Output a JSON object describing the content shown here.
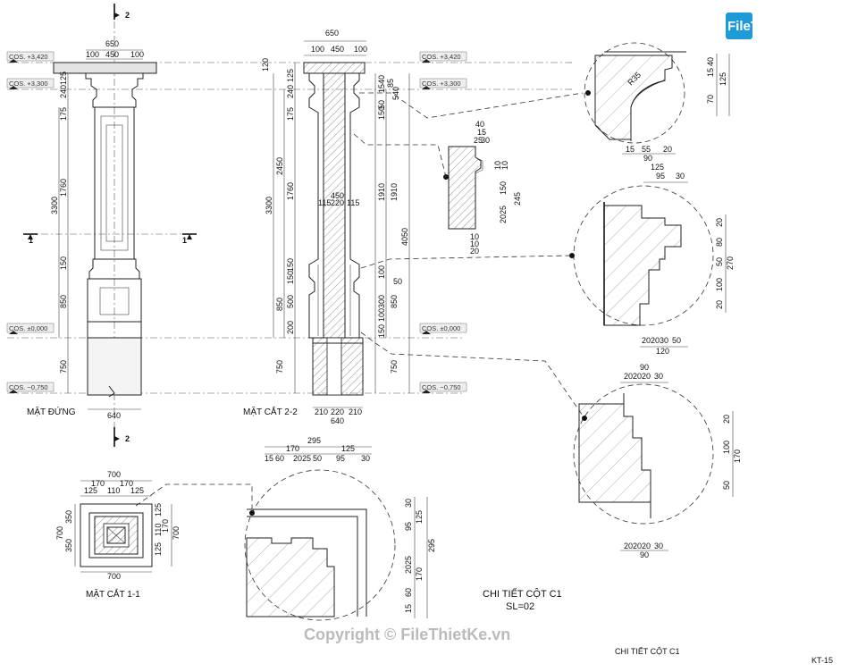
{
  "logo": {
    "brand": "FileThiết Kế.vn"
  },
  "watermark": "Copyright © FileThietKe.vn",
  "sheet_number": "KT-15",
  "footer_label": "CHI TIẾT CỘT C1",
  "main_title": {
    "line1": "CHI TIẾT CỘT C1",
    "line2": "SL=02"
  },
  "views": {
    "elevation": "MẶT ĐỨNG",
    "section22": "MẶT CẮT 2-2",
    "section11": "MẶT CẮT 1-1"
  },
  "cut_markers": {
    "two": "2",
    "one": "1"
  },
  "levels": {
    "l3420": "COS. +3,420",
    "l3300": "COS. +3,300",
    "l0": "COS. ±0,000",
    "lm750": "COS. −0,750"
  },
  "dims": {
    "e_top_650": "650",
    "e_100a": "100",
    "e_450": "450",
    "e_100b": "100",
    "e_125": "125",
    "e_240": "240",
    "e_175": "175",
    "e_1760": "1760",
    "e_3300": "3300",
    "e_150": "150",
    "e_850": "850",
    "e_750": "750",
    "e_640": "640",
    "s_650": "650",
    "s_100a": "100",
    "s_450": "450",
    "s_100b": "100",
    "s_120": "120",
    "s_240": "240",
    "s_125": "125",
    "s_175": "175",
    "s_2450": "2450",
    "s_1760": "1760",
    "s_3300": "3300",
    "s_150a": "150",
    "s_150b": "150",
    "s_850": "850",
    "s_500": "500",
    "s_200": "200",
    "s_750": "750",
    "s_in450": "450",
    "s_115a": "115",
    "s_220": "220",
    "s_115b": "115",
    "s_210a": "210",
    "s_220b": "220",
    "s_210b": "210",
    "s_640": "640",
    "r_40": "40",
    "r_15": "15",
    "r_85": "85",
    "r_540": "540",
    "r_50": "50",
    "r_150": "150",
    "r_1910a": "1910",
    "r_1910b": "1910",
    "r_4050": "4050",
    "r_100a": "100",
    "r_50b": "50",
    "r_300": "300",
    "r_850": "850",
    "r_100b": "100",
    "r_150b": "150",
    "r_750": "750",
    "m_40": "40",
    "m_15": "15",
    "m_25": "25",
    "m_30": "30",
    "m_10a": "10",
    "m_10b": "10",
    "m_150": "150",
    "m_245": "245",
    "m_25b": "25",
    "m_20": "20",
    "m_10c": "10",
    "m_10d": "10",
    "m_20b": "20",
    "d1_40": "40",
    "d1_15": "15",
    "d1_125": "125",
    "d1_70": "70",
    "d1_r": "R35",
    "d1_b15": "15",
    "d1_b55": "55",
    "d1_b20": "20",
    "d1_b90": "90",
    "d2_125": "125",
    "d2_95": "95",
    "d2_30": "30",
    "d2_20a": "20",
    "d2_80": "80",
    "d2_50": "50",
    "d2_270": "270",
    "d2_100": "100",
    "d2_20b": "20",
    "d2_b20": "20",
    "d2_b20b": "20",
    "d2_b30": "30",
    "d2_b50": "50",
    "d2_b120": "120",
    "d3_90": "90",
    "d3_20a": "20",
    "d3_20b": "20",
    "d3_20c": "20",
    "d3_30": "30",
    "d3_r20": "20",
    "d3_r100": "100",
    "d3_r170": "170",
    "d3_r50": "50",
    "d3_b20a": "20",
    "d3_b20b": "20",
    "d3_b20c": "20",
    "d3_b30": "30",
    "d3_b90": "90",
    "c_700": "700",
    "c_125a": "125",
    "c_170a": "170",
    "c_110": "110",
    "c_170b": "170",
    "c_125b": "125",
    "c_l350a": "350",
    "c_l700": "700",
    "c_l350b": "350",
    "c_r125a": "125",
    "c_r110": "110",
    "c_r170": "170",
    "c_r125b": "125",
    "c_r700": "700",
    "c_bottom700": "700",
    "d4_295": "295",
    "d4_170": "170",
    "d4_125": "125",
    "d4_15": "15",
    "d4_60": "60",
    "d4_2025": "2025",
    "d4_50": "50",
    "d4_95": "95",
    "d4_30": "30",
    "d4_r30": "30",
    "d4_r95": "95",
    "d4_r125": "125",
    "d4_r295": "295",
    "d4_r2025": "2025",
    "d4_r170": "170",
    "d4_r60": "60",
    "d4_r15": "15"
  }
}
